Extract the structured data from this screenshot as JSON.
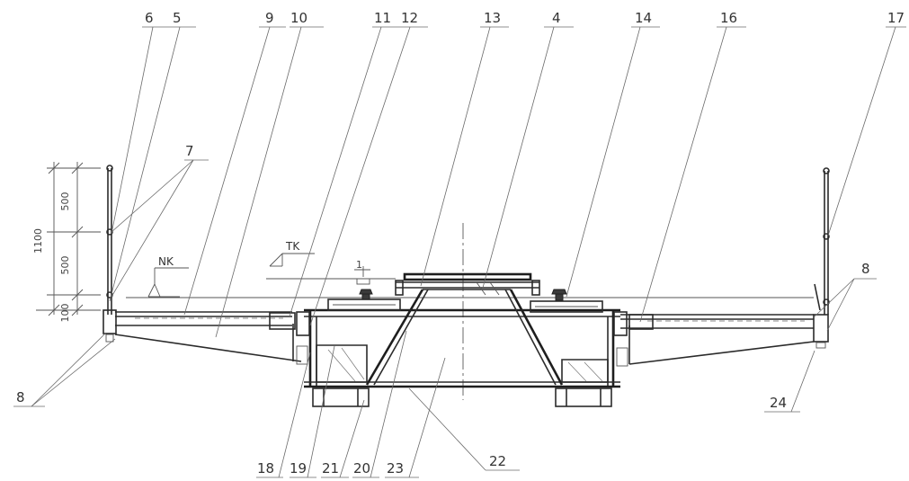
{
  "callouts": {
    "c6": "6",
    "c5": "5",
    "c9": "9",
    "c10": "10",
    "c11": "11",
    "c12": "12",
    "c13": "13",
    "c4": "4",
    "c14": "14",
    "c16": "16",
    "c17": "17",
    "c7": "7",
    "c8_left": "8",
    "c8_right": "8",
    "c24": "24",
    "c18": "18",
    "c19": "19",
    "c21": "21",
    "c20": "20",
    "c23": "23",
    "c22": "22"
  },
  "dimensions": {
    "total": "1100",
    "upper": "500",
    "middle": "500",
    "lower": "100"
  },
  "level_marks": {
    "nk": "NK",
    "tk": "TK",
    "one": "1"
  }
}
